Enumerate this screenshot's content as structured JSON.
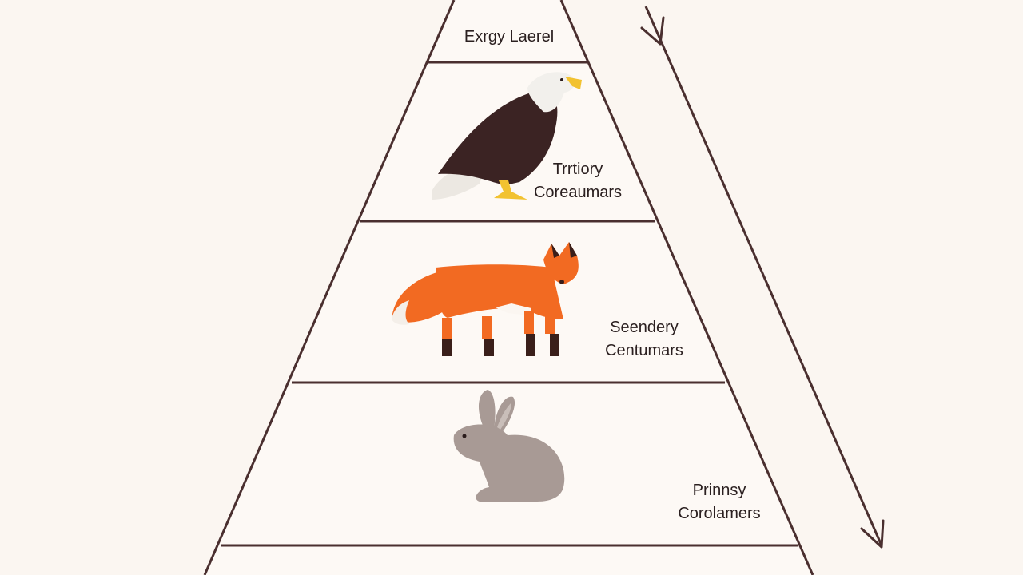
{
  "diagram": {
    "levels": {
      "top": {
        "line1": "Exrgy Laerel"
      },
      "tertiary": {
        "line1": "Trrtiory",
        "line2": "Coreaumars"
      },
      "secondary": {
        "line1": "Seendery",
        "line2": "Centumars"
      },
      "primary": {
        "line1": "Prinnsy",
        "line2": "Corolamers"
      }
    },
    "icons": {
      "tertiary": "eagle-icon",
      "secondary": "fox-icon",
      "primary": "rabbit-icon"
    },
    "colors": {
      "background": "#fbf6f1",
      "lines": "#4a2f2f",
      "eagle_body": "#3b2323",
      "eagle_head": "#f2f0ec",
      "eagle_beak": "#f2c230",
      "fox_body": "#f26a22",
      "fox_dark": "#3a1f1a",
      "rabbit_body": "#a89a95"
    }
  }
}
